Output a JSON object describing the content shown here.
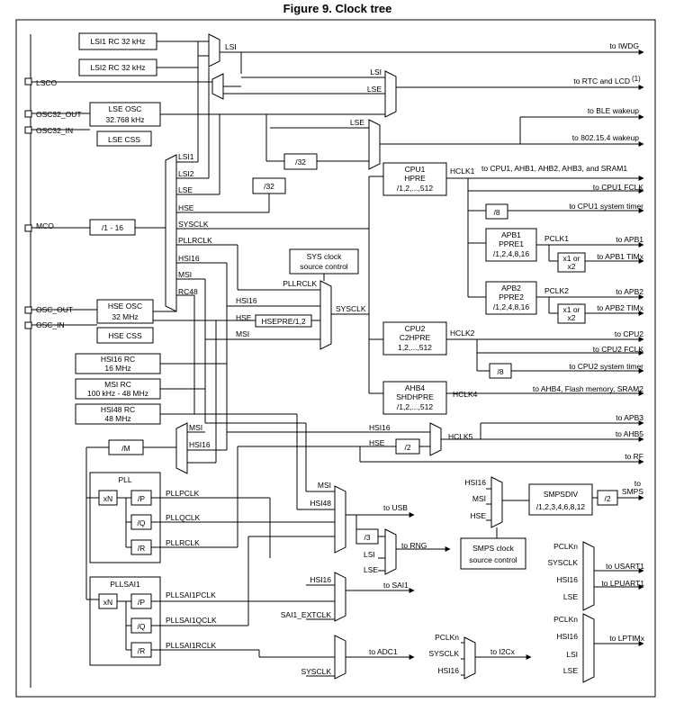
{
  "figure_title": "Figure 9. Clock tree",
  "pins": {
    "lsco": "LSCO",
    "osc32_out": "OSC32_OUT",
    "osc32_in": "OSC32_IN",
    "mco": "MCO",
    "osc_out": "OSC_OUT",
    "osc_in": "OSC_IN"
  },
  "oscillators": {
    "lsi1": "LSI1 RC 32 kHz",
    "lsi2": "LSI2 RC 32 kHz",
    "lse_osc_1": "LSE OSC",
    "lse_osc_2": "32.768 kHz",
    "lse_css": "LSE CSS",
    "hse_osc_1": "HSE OSC",
    "hse_osc_2": "32 MHz",
    "hse_css": "HSE CSS",
    "hsi16_1": "HSI16 RC",
    "hsi16_2": "16 MHz",
    "msi_1": "MSI RC",
    "msi_2": "100 kHz - 48 MHz",
    "hsi48_1": "HSI48 RC",
    "hsi48_2": "48 MHz"
  },
  "signals": {
    "lsi": "LSI",
    "lse": "LSE",
    "lsi1": "LSI1",
    "lsi2": "LSI2",
    "hse": "HSE",
    "sysclk": "SYSCLK",
    "pllrclk": "PLLRCLK",
    "hsi16": "HSI16",
    "msi": "MSI",
    "rc48": "RC48",
    "hsi48": "HSI48",
    "pllpclk": "PLLPCLK",
    "pllqclk": "PLLQCLK",
    "pllsai1pclk": "PLLSAI1PCLK",
    "pllsai1qclk": "PLLSAI1QCLK",
    "pllsai1rclk": "PLLSAI1RCLK",
    "sai1_extclk": "SAI1_EXTCLK",
    "hclk1": "HCLK1",
    "hclk2": "HCLK2",
    "hclk4": "HCLK4",
    "hclk5": "HCLK5",
    "pclk1": "PCLK1",
    "pclk2": "PCLK2",
    "pclkn": "PCLKn"
  },
  "dividers": {
    "div32a": "/32",
    "div32b": "/32",
    "mco_div": "/1 - 16",
    "hsepre": "HSEPRE/1,2",
    "div2_rf": "/2",
    "div_m": "/M",
    "div8a": "/8",
    "div8b": "/8",
    "div3": "/3",
    "div2_smps": "/2",
    "x1x2_a_1": "x1 or",
    "x1x2_a_2": "x2",
    "x1x2_b_1": "x1 or",
    "x1x2_b_2": "x2"
  },
  "blocks": {
    "sys_ctrl_1": "SYS clock",
    "sys_ctrl_2": "source control",
    "cpu1_1": "CPU1",
    "cpu1_2": "HPRE",
    "cpu1_3": "/1,2,...,512",
    "cpu2_1": "CPU2",
    "cpu2_2": "C2HPRE",
    "cpu2_3": "1,2,...,512",
    "ahb4_1": "AHB4",
    "ahb4_2": "SHDHPRE",
    "ahb4_3": "/1,2,...,512",
    "apb1_1": "APB1",
    "apb1_2": "PPRE1",
    "apb1_3": "/1,2,4,8,16",
    "apb2_1": "APB2",
    "apb2_2": "PPRE2",
    "apb2_3": "/1,2,4,8,16",
    "pll": "PLL",
    "pllsai1": "PLLSAI1",
    "xn": "xN",
    "p": "/P",
    "q": "/Q",
    "r": "/R",
    "smpsdiv_1": "SMPSDIV",
    "smpsdiv_2": "/1,2,3,4,6,8,12",
    "smps_ctrl_1": "SMPS clock",
    "smps_ctrl_2": "source control"
  },
  "outputs": {
    "iwdg": "to IWDG",
    "rtc": "to RTC and LCD",
    "rtc_note": "(1)",
    "ble": "to BLE wakeup",
    "ieee": "to 802.15.4 wakeup",
    "cpu1_bus": "to CPU1, AHB1, AHB2, AHB3, and SRAM1",
    "cpu1_fclk": "to CPU1 FCLK",
    "cpu1_timer": "to CPU1 system timer",
    "apb1": "to APB1",
    "apb1_tim": "to APB1 TIMx",
    "apb2": "to APB2",
    "apb2_tim": "to APB2 TIMx",
    "cpu2": "to CPU2",
    "cpu2_fclk": "to CPU2 FCLK",
    "cpu2_timer": "to CPU2 system timer",
    "ahb4": "to AHB4, Flash memory, SRAM2",
    "apb3": "to APB3",
    "ahb5": "to AHB5",
    "rf": "to RF",
    "smps_1": "to",
    "smps_2": "SMPS",
    "usb": "to USB",
    "rng": "to RNG",
    "sai1": "to SAI1",
    "adc1": "to ADC1",
    "i2cx": "to I2Cx",
    "usart1": "to USART1",
    "lpuart1": "to LPUART1",
    "lptimx": "to LPTIMx"
  }
}
